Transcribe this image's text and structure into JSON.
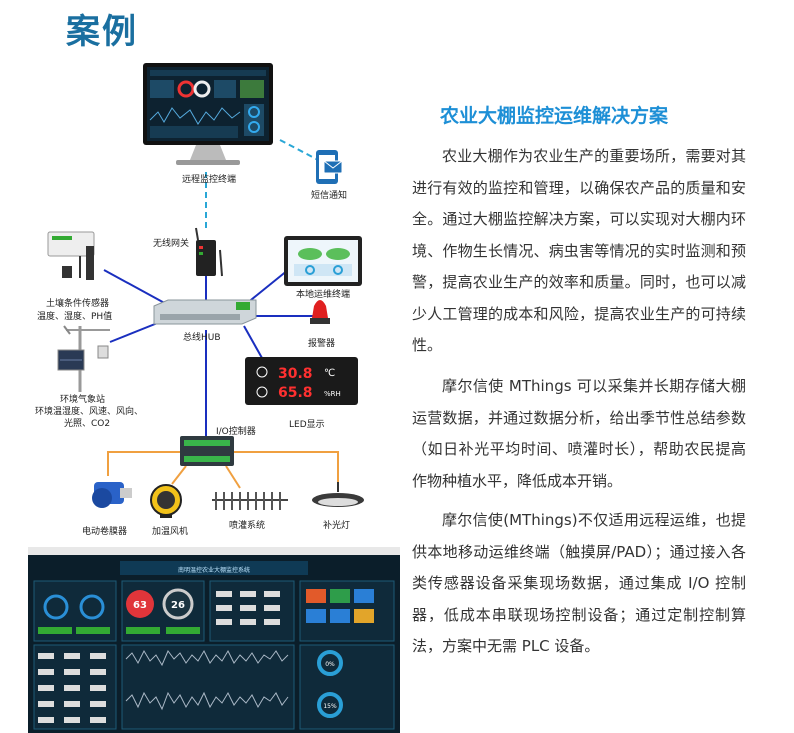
{
  "page": {
    "heading": "案例"
  },
  "diagram": {
    "nodes": [
      {
        "id": "remote",
        "label": "远程监控终端"
      },
      {
        "id": "sms",
        "label": "短信通知"
      },
      {
        "id": "gateway",
        "label": "无线网关"
      },
      {
        "id": "soil",
        "label": "土壤条件传感器",
        "sub": "温度、湿度、PH值"
      },
      {
        "id": "local",
        "label": "本地运维终端"
      },
      {
        "id": "hub",
        "label": "总线HUB"
      },
      {
        "id": "alarm",
        "label": "报警器"
      },
      {
        "id": "weather",
        "label": "环境气象站",
        "sub1": "环境温湿度、风速、风向、",
        "sub2": "光照、CO2"
      },
      {
        "id": "led",
        "label": "LED显示"
      },
      {
        "id": "io",
        "label": "I/O控制器"
      },
      {
        "id": "roller",
        "label": "电动卷膜器"
      },
      {
        "id": "fan",
        "label": "加温风机"
      },
      {
        "id": "spray",
        "label": "喷灌系统"
      },
      {
        "id": "light",
        "label": "补光灯"
      }
    ],
    "led_display": {
      "temp": "30.8",
      "temp_unit": "℃",
      "hum": "65.8",
      "hum_unit": "%RH"
    }
  },
  "dashboard": {
    "title": "南明温控农业大棚监控系统",
    "gauge1": "63",
    "gauge2": "26",
    "ring1": "0%",
    "ring2": "15%"
  },
  "article": {
    "title": "农业大棚监控运维解决方案",
    "paragraphs": [
      "农业大棚作为农业生产的重要场所，需要对其进行有效的监控和管理，以确保农产品的质量和安全。通过大棚监控解决方案，可以实现对大棚内环境、作物生长情况、病虫害等情况的实时监测和预警，提高农业生产的效率和质量。同时，也可以减少人工管理的成本和风险，提高农业生产的可持续性。",
      "摩尔信使 MThings 可以采集并长期存储大棚运营数据，并通过数据分析，给出季节性总结参数（如日补光平均时间、喷灌时长），帮助农民提高作物种植水平，降低成本开销。",
      "摩尔信使(MThings)不仅适用远程运维，也提供本地移动运维终端（触摸屏/PAD）；通过接入各类传感器设备采集现场数据，通过集成 I/O 控制器，低成本串联现场控制设备；通过定制控制算法，方案中无需 PLC 设备。"
    ],
    "colors": {
      "title": "#1d8fd6",
      "heading": "#1a6fa0"
    }
  }
}
